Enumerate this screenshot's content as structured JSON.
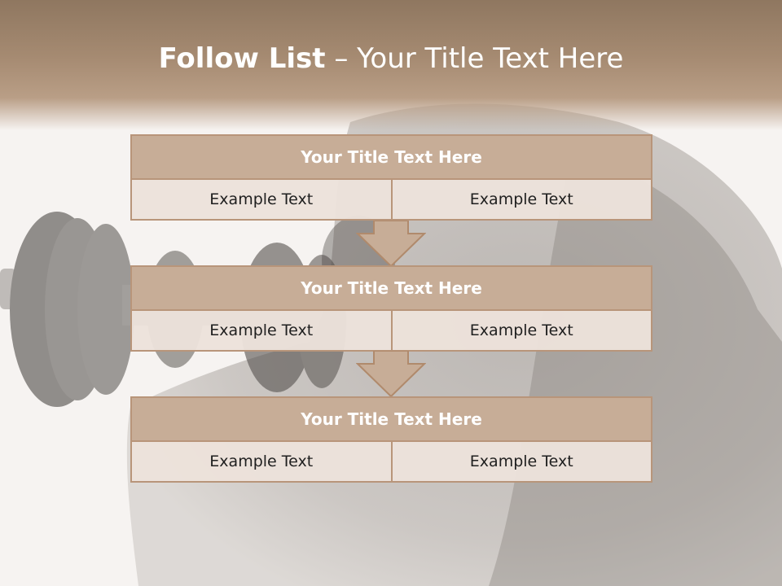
{
  "slide": {
    "title_bold": "Follow List",
    "title_rest": "– Your Title Text Here"
  },
  "blocks": [
    {
      "title": "Your Title Text Here",
      "cells": [
        "Example Text",
        "Example Text"
      ]
    },
    {
      "title": "Your Title Text Here",
      "cells": [
        "Example Text",
        "Example Text"
      ]
    },
    {
      "title": "Your Title Text Here",
      "cells": [
        "Example Text",
        "Example Text"
      ]
    }
  ],
  "colors": {
    "header_band": "#a68b72",
    "block_title_fill": "#c7ad97",
    "block_border": "#b8957a",
    "cell_fill": "#ece2db",
    "arrow_fill": "#c7ad97"
  },
  "background_image": "gorilla-lifting-dumbbell"
}
